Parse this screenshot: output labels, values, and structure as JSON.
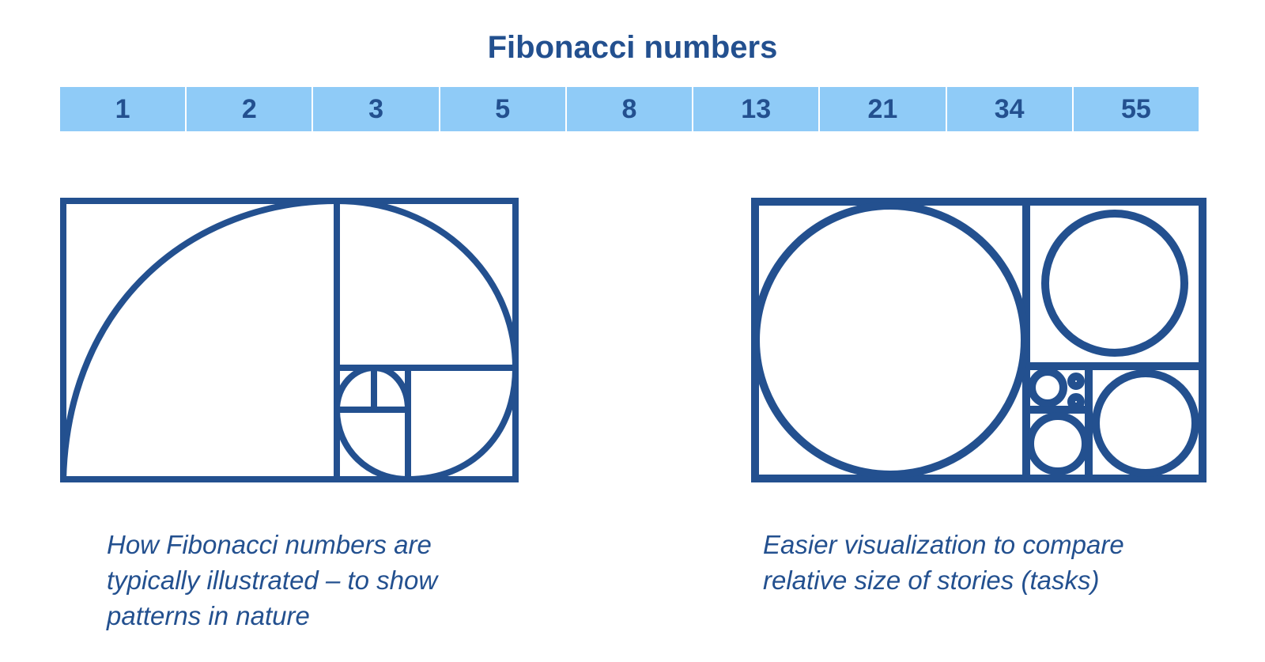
{
  "title": "Fibonacci numbers",
  "sequence": [
    "1",
    "2",
    "3",
    "5",
    "8",
    "13",
    "21",
    "34",
    "55"
  ],
  "captions": {
    "left_lines": [
      "How Fibonacci numbers are",
      "typically illustrated – to show",
      "patterns in nature"
    ],
    "right_lines": [
      "Easier visualization to compare",
      "relative size of stories (tasks)"
    ]
  },
  "colors": {
    "primary": "#23508f",
    "bar": "#8fcbf7"
  }
}
